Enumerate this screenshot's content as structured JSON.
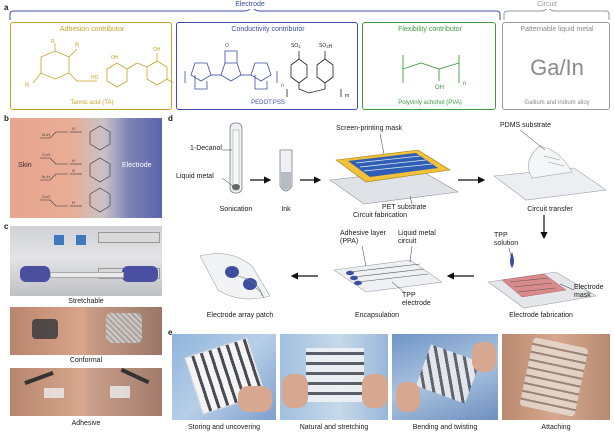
{
  "panel_a": {
    "label": "a",
    "electrode_header": "Electrode",
    "circuit_header": "Circuit",
    "boxes": [
      {
        "title": "Adhesion contributor",
        "caption": "Tannic acid (TA)",
        "color": "#c8a227"
      },
      {
        "title": "Conductivity contributor",
        "caption": "PEDOT:PSS",
        "color": "#3a4ea8"
      },
      {
        "title": "Flexibility contributor",
        "caption": "Polyvinly achohol (PVA)",
        "color": "#3f9a3f"
      },
      {
        "title": "Patternable liquid metal",
        "caption": "Gallium and indium alloy",
        "color": "#9a9a9a"
      }
    ],
    "galn": "Ga/In",
    "chem": {
      "r": "R",
      "so3": "SO3",
      "so3h": "SO3H",
      "oh": "OH",
      "n": "n",
      "m": "m"
    }
  },
  "panel_b": {
    "label": "b",
    "skin": "Skin",
    "electrode": "Electrode"
  },
  "panel_c": {
    "label": "c",
    "captions": [
      "Stretchable",
      "Conformal",
      "Adhesive"
    ]
  },
  "panel_d": {
    "label": "d",
    "decanol": "1-Decanol",
    "liquid_metal": "Liquid metal",
    "sonication": "Sonication",
    "ink": "Ink",
    "mask": "Screen-printing mask",
    "pet": "PET substrate",
    "circuit_fabrication": "Circuit fabrication",
    "pdms": "PDMS substrate",
    "circuit_transfer": "Circuit transfer",
    "tpp_solution": "TPP\nsolution",
    "electrode_mask": "Electrode\nmask",
    "electrode_fabrication": "Electrode fabrication",
    "adhesive_layer": "Adhesive layer\n(PPA)",
    "lm_circuit": "Liquid metal\ncircuit",
    "tpp_electrode": "TPP\nelectrode",
    "encapsulation": "Encapsulation",
    "patch": "Electrode array patch"
  },
  "panel_e": {
    "label": "e",
    "captions": [
      "Storing and uncovering",
      "Natural and stretching",
      "Bending and twisting",
      "Attaching"
    ]
  }
}
